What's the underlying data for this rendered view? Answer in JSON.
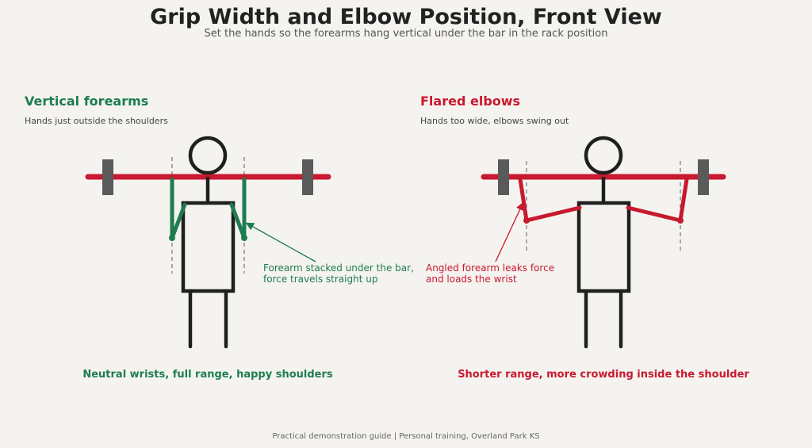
{
  "header": {
    "title": "Grip Width and Elbow Position, Front View",
    "subtitle": "Set the hands so the forearms hang vertical under the bar in the rack position"
  },
  "colors": {
    "good": "#1e7d50",
    "bad": "#c8192f",
    "body": "#1f1f1f",
    "plate": "#5a5a5a",
    "background": "#f5f3ef"
  },
  "panels": {
    "good": {
      "title": "Vertical forearms",
      "subtitle": "Hands just outside the shoulders",
      "annotation": [
        "Forearm stacked under the bar,",
        "force travels straight up"
      ],
      "caption": "Neutral wrists, full range, happy shoulders"
    },
    "bad": {
      "title": "Flared elbows",
      "subtitle": "Hands too wide, elbows swing out",
      "annotation": [
        "Angled forearm leaks force",
        "and loads the wrist"
      ],
      "caption": "Shorter range, more crowding inside the shoulder"
    }
  },
  "footer": "Practical demonstration guide  |  Personal training, Overland Park KS"
}
